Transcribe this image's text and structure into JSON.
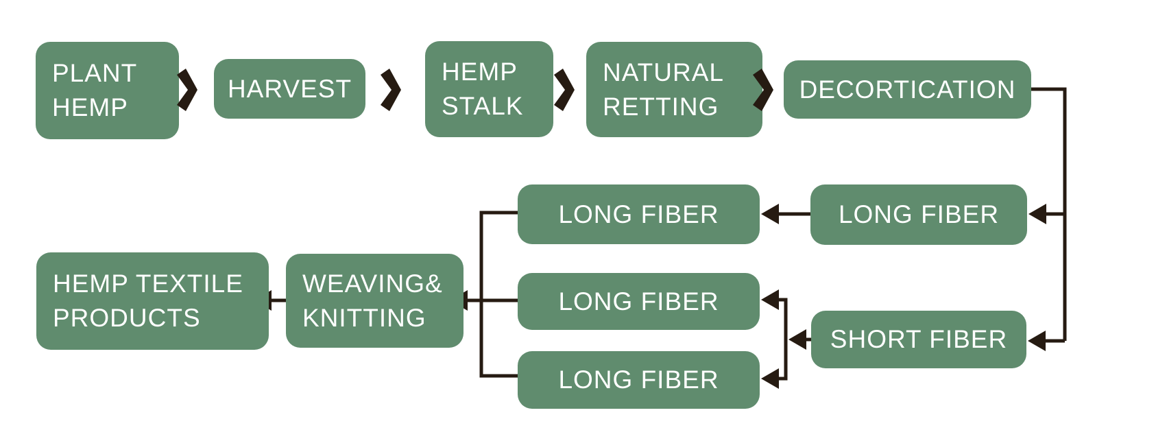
{
  "colors": {
    "background": "#ffffff",
    "node_fill": "#608c6e",
    "node_text": "#ffffff",
    "connector": "#261b12"
  },
  "icons": {
    "flow_chevron": "❯"
  },
  "nodes": [
    {
      "id": "plant-hemp",
      "label": "PLANT HEMP",
      "lines": [
        "PLANT",
        "HEMP"
      ]
    },
    {
      "id": "harvest",
      "label": "HARVEST",
      "lines": [
        "HARVEST"
      ]
    },
    {
      "id": "hemp-stalk",
      "label": "HEMP STALK",
      "lines": [
        "HEMP",
        "STALK"
      ]
    },
    {
      "id": "natural-retting",
      "label": "NATURAL RETTING",
      "lines": [
        "NATURAL",
        "RETTING"
      ]
    },
    {
      "id": "decortication",
      "label": "DECORTICATION",
      "lines": [
        "DECORTICATION"
      ]
    },
    {
      "id": "long-fiber-right",
      "label": "LONG FIBER",
      "lines": [
        "LONG FIBER"
      ]
    },
    {
      "id": "long-fiber-top",
      "label": "LONG FIBER",
      "lines": [
        "LONG FIBER"
      ]
    },
    {
      "id": "long-fiber-middle",
      "label": "LONG FIBER",
      "lines": [
        "LONG FIBER"
      ]
    },
    {
      "id": "long-fiber-bottom",
      "label": "LONG FIBER",
      "lines": [
        "LONG FIBER"
      ]
    },
    {
      "id": "short-fiber",
      "label": "SHORT FIBER",
      "lines": [
        "SHORT FIBER"
      ]
    },
    {
      "id": "weaving-knitting",
      "label": "WEAVING& KNITTING",
      "lines": [
        "WEAVING&",
        "KNITTING"
      ]
    },
    {
      "id": "hemp-textile-products",
      "label": "HEMP TEXTILE PRODUCTS",
      "lines": [
        "HEMP TEXTILE",
        "PRODUCTS"
      ]
    }
  ],
  "edges": [
    {
      "from": "plant-hemp",
      "to": "harvest",
      "style": "chevron"
    },
    {
      "from": "harvest",
      "to": "hemp-stalk",
      "style": "chevron"
    },
    {
      "from": "hemp-stalk",
      "to": "natural-retting",
      "style": "chevron"
    },
    {
      "from": "natural-retting",
      "to": "decortication",
      "style": "chevron"
    },
    {
      "from": "decortication",
      "to": "long-fiber-right",
      "style": "arrow"
    },
    {
      "from": "decortication",
      "to": "short-fiber",
      "style": "arrow"
    },
    {
      "from": "long-fiber-right",
      "to": "long-fiber-top",
      "style": "arrow"
    },
    {
      "from": "short-fiber",
      "to": "long-fiber-middle",
      "style": "arrow"
    },
    {
      "from": "short-fiber",
      "to": "long-fiber-bottom",
      "style": "arrow"
    },
    {
      "from": "long-fiber-top",
      "to": "weaving-knitting",
      "style": "arrow"
    },
    {
      "from": "long-fiber-middle",
      "to": "weaving-knitting",
      "style": "arrow"
    },
    {
      "from": "long-fiber-bottom",
      "to": "weaving-knitting",
      "style": "arrow"
    },
    {
      "from": "weaving-knitting",
      "to": "hemp-textile-products",
      "style": "arrow"
    }
  ]
}
